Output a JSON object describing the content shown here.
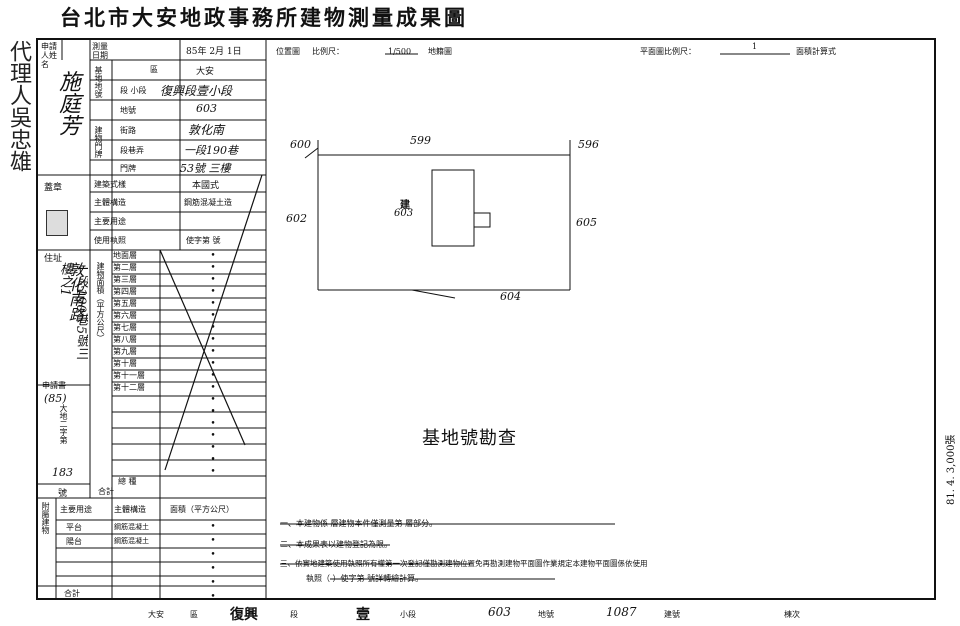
{
  "title": "台北市大安地政事務所建物測量成果圖",
  "agent": "代理人吳忠雄",
  "left_table": {
    "applicant_label": "申請人姓名",
    "applicant_name": "施庭芳",
    "seal_label": "蓋章",
    "address_label": "住址",
    "address_value": "一段190巷5號三樓之1",
    "address_handwritten": "敦化南路",
    "survey_date_label": "測量日期",
    "survey_date": "85年 2月 1日",
    "site_label": "基地地號",
    "district_label": "區",
    "district_value": "大安",
    "section_label": "段 小段",
    "section_value": "復興段壹小段",
    "lot_label": "地號",
    "lot_value": "603",
    "bldg_no_label": "建物門牌",
    "street_label": "街路",
    "street_value": "敦化南",
    "lane_label": "段巷弄",
    "lane_value": "一段190巷",
    "number_label": "門牌",
    "number_value": "53號 三樓",
    "style_label": "建築式樣",
    "style_value": "本國式",
    "structure_label": "主體構造",
    "structure_value": "鋼筋混凝土造",
    "use_label": "主要用途",
    "license_label": "使用執照",
    "license_value": "使字第 號",
    "floors_label": "建物面積（平方公尺）",
    "floors": [
      "地面層",
      "第二層",
      "第三層",
      "第四層",
      "第五層",
      "第六層",
      "第七層",
      "第八層",
      "第九層",
      "第十層",
      "第十一層",
      "第十二層"
    ],
    "receipt_label": "申請書",
    "receipt_year": "(85)",
    "receipt_prefix": "大地二字第",
    "receipt_no": "183",
    "receipt_suffix": "號",
    "total_label": "合計",
    "total_area_label": "總 種",
    "annex_label": "附屬建物",
    "annex_use_label": "主要用途",
    "annex_structure_label": "主體構造",
    "annex_area_label": "面積（平方公尺）",
    "annex_rows": [
      {
        "use": "平台",
        "structure": "鋼筋混凝土"
      },
      {
        "use": "陽台",
        "structure": "鋼筋混凝土"
      }
    ],
    "annex_total": "合計"
  },
  "header_right": {
    "location_label": "位置圖",
    "scale_label": "比例尺：",
    "scale_value": "1/500",
    "plot_label": "地籍圖",
    "plan_label": "平面圖比例尺：",
    "plan_scale": "1",
    "area_calc_label": "面積計算式"
  },
  "plot_map": {
    "lot_top_left": "600",
    "lot_top": "599",
    "lot_top_right": "596",
    "lot_left": "602",
    "lot_right": "605",
    "lot_bottom": "604",
    "bldg_label": "建",
    "bldg_lot": "603"
  },
  "stamp": "基地號勘查",
  "notes": [
    "一、本建物係 層建物本件僅測量第 層部分。",
    "二、本成果表以建物登記為限。",
    "三、依實地建築使用執照所有權第一次登記僅勘測建物位置免再勘測建物平面圖作業規定本建物平面圖係依使用",
    "執照（ ）使字第 號詳轉繪計算。"
  ],
  "footer": {
    "district": "大安",
    "district_unit": "區",
    "section": "復興",
    "section_unit": "段",
    "subsection": "壹",
    "subsection_unit": "小段",
    "lot": "603",
    "lot_unit": "地號",
    "bldg_no": "1087",
    "bldg_unit": "建號",
    "floor_unit": "棟次"
  },
  "side_note": "81. 4. 3,000張"
}
